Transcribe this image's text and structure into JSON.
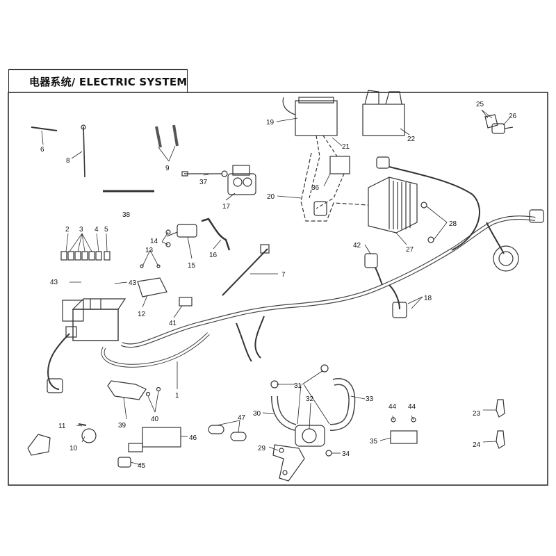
{
  "title": "电器系统/ ELECTRIC SYSTEM",
  "callouts": {
    "p1": "1",
    "p2": "2",
    "p3": "3",
    "p4": "4",
    "p5": "5",
    "p6": "6",
    "p7": "7",
    "p8": "8",
    "p9": "9",
    "p10": "10",
    "p11": "11",
    "p12": "12",
    "p13": "13",
    "p14": "14",
    "p15": "15",
    "p16": "16",
    "p17": "17",
    "p18": "18",
    "p19": "19",
    "p20": "20",
    "p21": "21",
    "p22": "22",
    "p23": "23",
    "p24": "24",
    "p25": "25",
    "p26": "26",
    "p27": "27",
    "p28": "28",
    "p29": "29",
    "p30": "30",
    "p31": "31",
    "p32": "32",
    "p33": "33",
    "p34": "34",
    "p35": "35",
    "p36": "36",
    "p37": "37",
    "p38": "38",
    "p39": "39",
    "p40": "40",
    "p41": "41",
    "p42": "42",
    "p43a": "43",
    "p43b": "43",
    "p44a": "44",
    "p44b": "44",
    "p45": "45",
    "p46": "46",
    "p47": "47"
  }
}
